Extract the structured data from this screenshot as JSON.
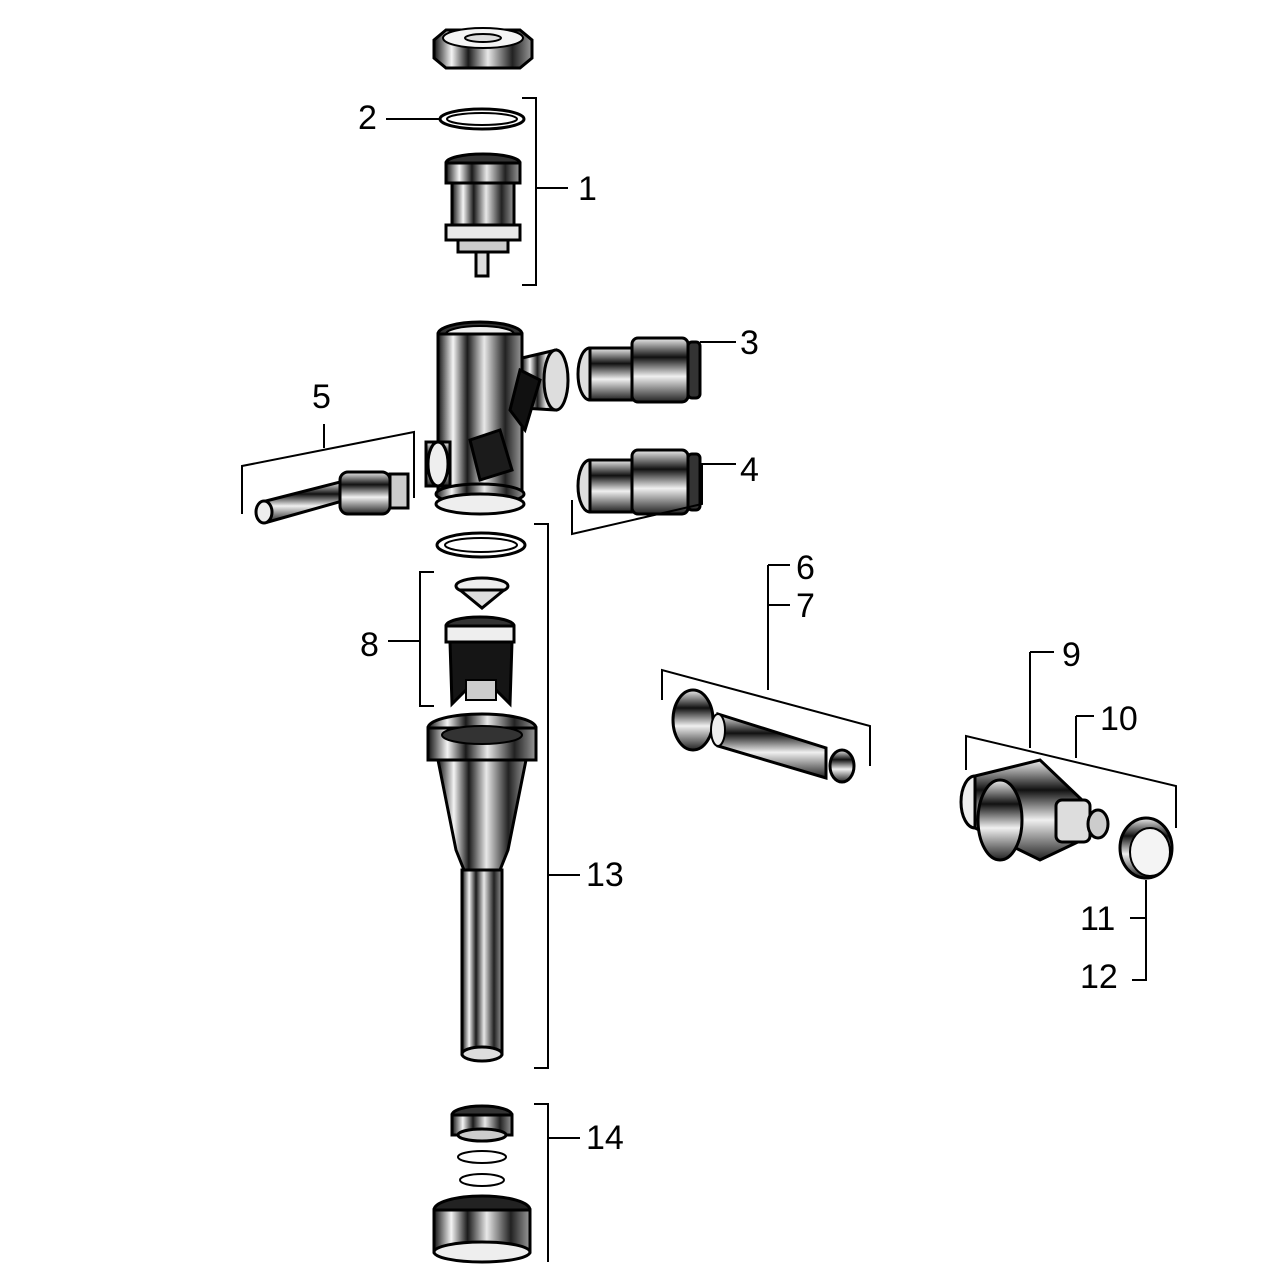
{
  "colors": {
    "ink": "#000000",
    "chrome_light": "#f2f2f2",
    "chrome_mid": "#bdbdbd",
    "chrome_dark": "#2a2a2a",
    "background": "#ffffff"
  },
  "labels": {
    "n1": "1",
    "n2": "2",
    "n3": "3",
    "n4": "4",
    "n5": "5",
    "n6": "6",
    "n7": "7",
    "n8": "8",
    "n9": "9",
    "n10": "10",
    "n11": "11",
    "n12": "12",
    "n13": "13",
    "n14": "14"
  }
}
